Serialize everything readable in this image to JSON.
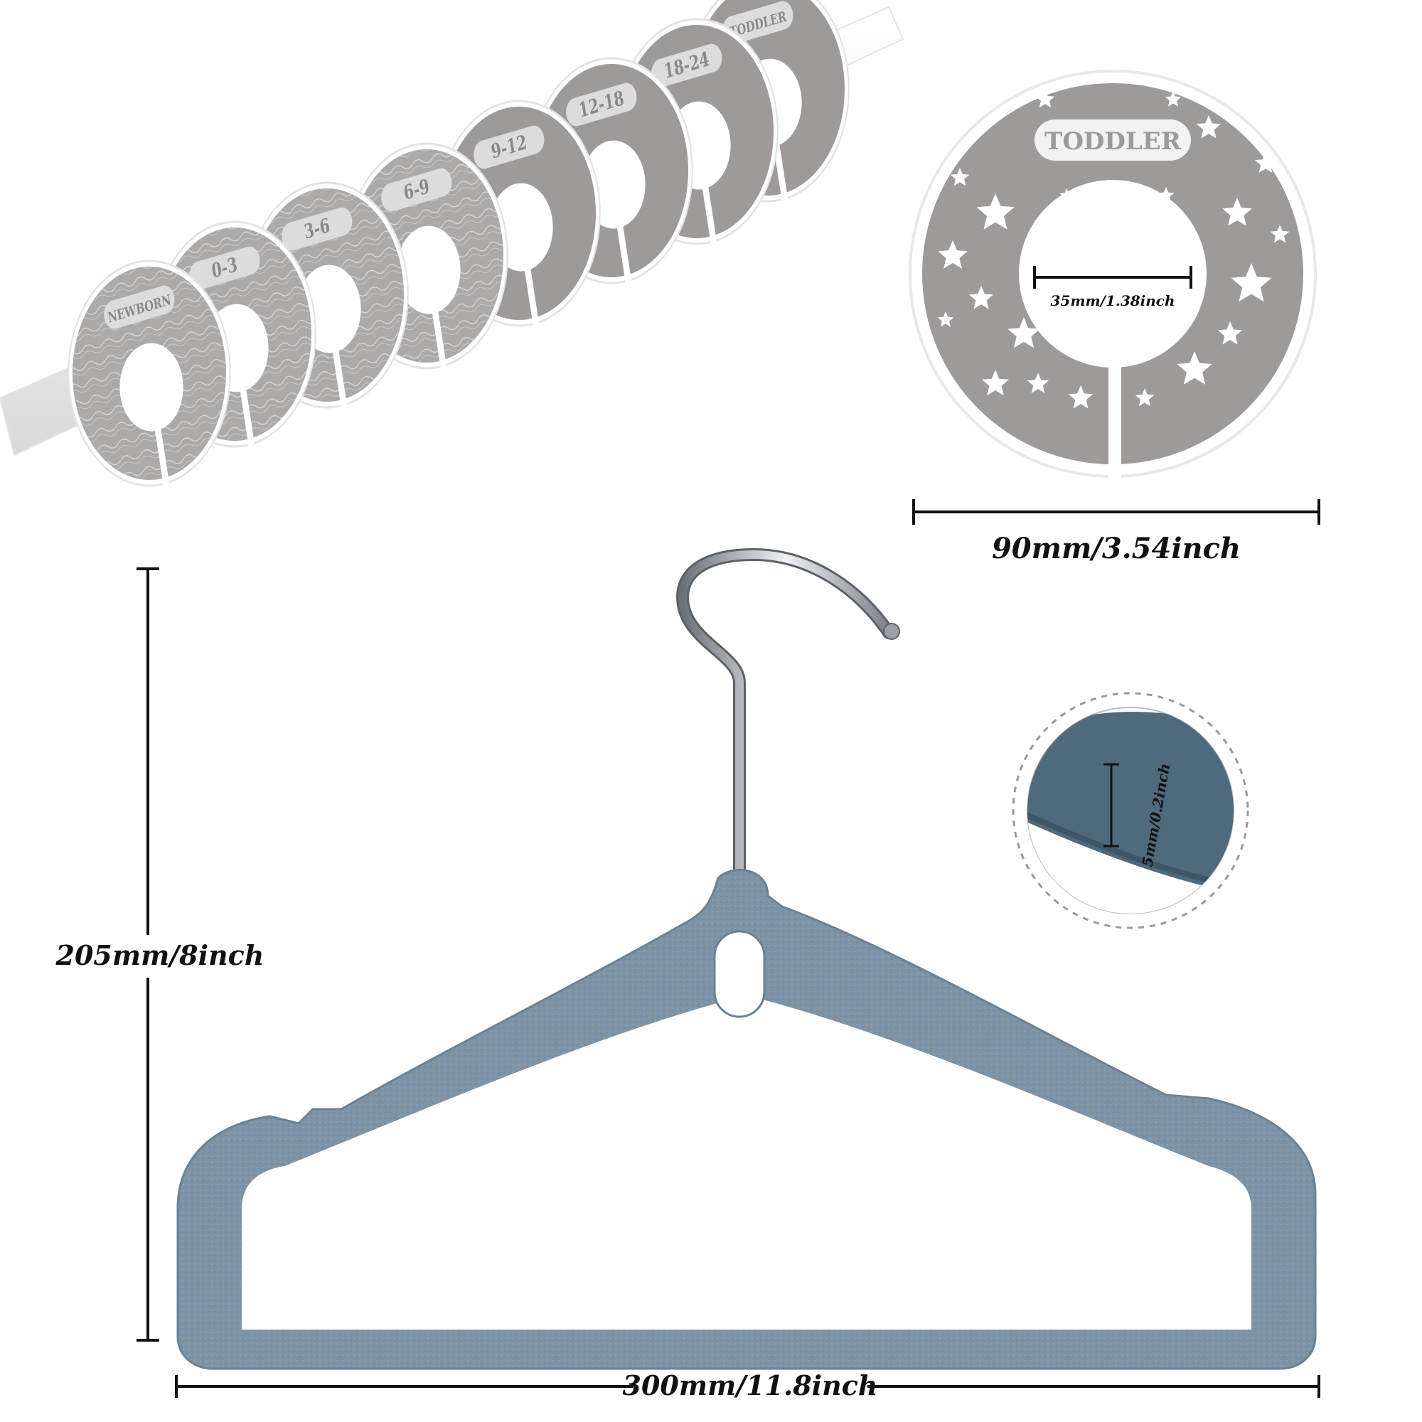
{
  "rings": {
    "labels": [
      "NEWBORN",
      "0-3",
      "3-6",
      "6-9",
      "9-12",
      "12-18",
      "18-24",
      "TODDLER"
    ]
  },
  "large_ring": {
    "label": "TODDLER",
    "inner_dimension": "35mm/1.38inch"
  },
  "dimensions": {
    "ring_width": "90mm/3.54inch",
    "hanger_height": "205mm/8inch",
    "hanger_width": "300mm/11.8inch",
    "velvet_thickness": "5mm/0.2inch"
  },
  "colors": {
    "ring_grey": "#9e9a9a",
    "ring_border": "#ffffff",
    "hanger_blue": "#7d93a6",
    "velvet_dark": "#4f6a7c",
    "hook_metal": "#c9ccd0",
    "line": "#111111"
  }
}
